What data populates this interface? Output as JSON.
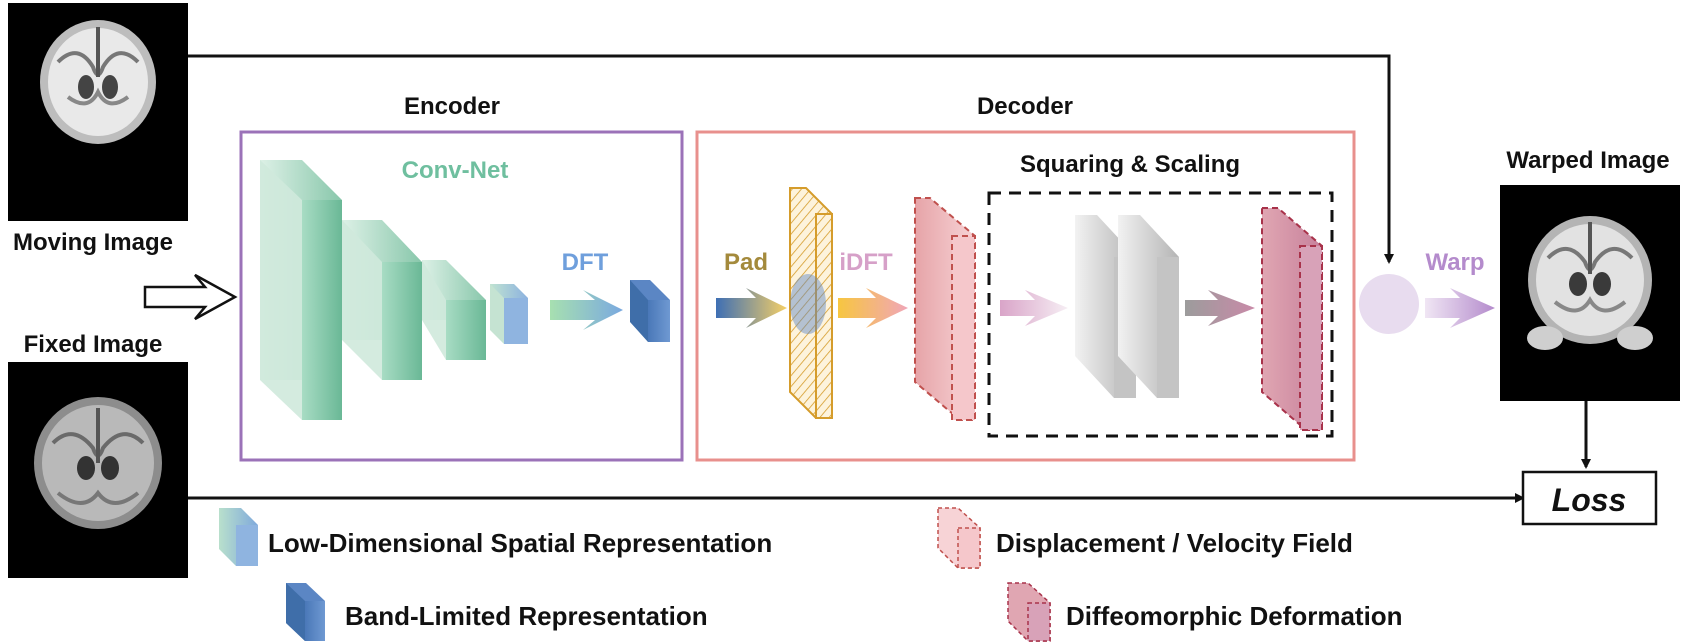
{
  "inputs": {
    "moving_label": "Moving Image",
    "fixed_label": "Fixed Image"
  },
  "encoder": {
    "title": "Encoder",
    "convnet_label": "Conv-Net",
    "dft_label": "DFT",
    "border_color": "#9b72b8"
  },
  "decoder": {
    "title": "Decoder",
    "pad_label": "Pad",
    "idft_label": "iDFT",
    "squaring_label": "Squaring & Scaling",
    "border_color": "#e8908d"
  },
  "output": {
    "warp_label": "Warp",
    "warped_label": "Warped Image",
    "loss_label": "Loss"
  },
  "legend": [
    {
      "icon": "low-dim-cube-icon",
      "label": "Low-Dimensional Spatial Representation"
    },
    {
      "icon": "band-limited-cube-icon",
      "label": "Band-Limited Representation"
    },
    {
      "icon": "displacement-field-icon",
      "label": "Displacement / Velocity Field"
    },
    {
      "icon": "diffeomorphic-deformation-icon",
      "label": "Diffeomorphic Deformation"
    }
  ],
  "colors": {
    "convnet": "#6fbf9f",
    "band_limited": "#5b86c4",
    "pad": "#c99a2e",
    "field": "#e9a0a8",
    "deformation": "#c97d9a",
    "warp": "#b48bcc",
    "dft_text": "#6f9fdc",
    "pad_text": "#a48a3c",
    "idft_text": "#d6a0c8"
  }
}
